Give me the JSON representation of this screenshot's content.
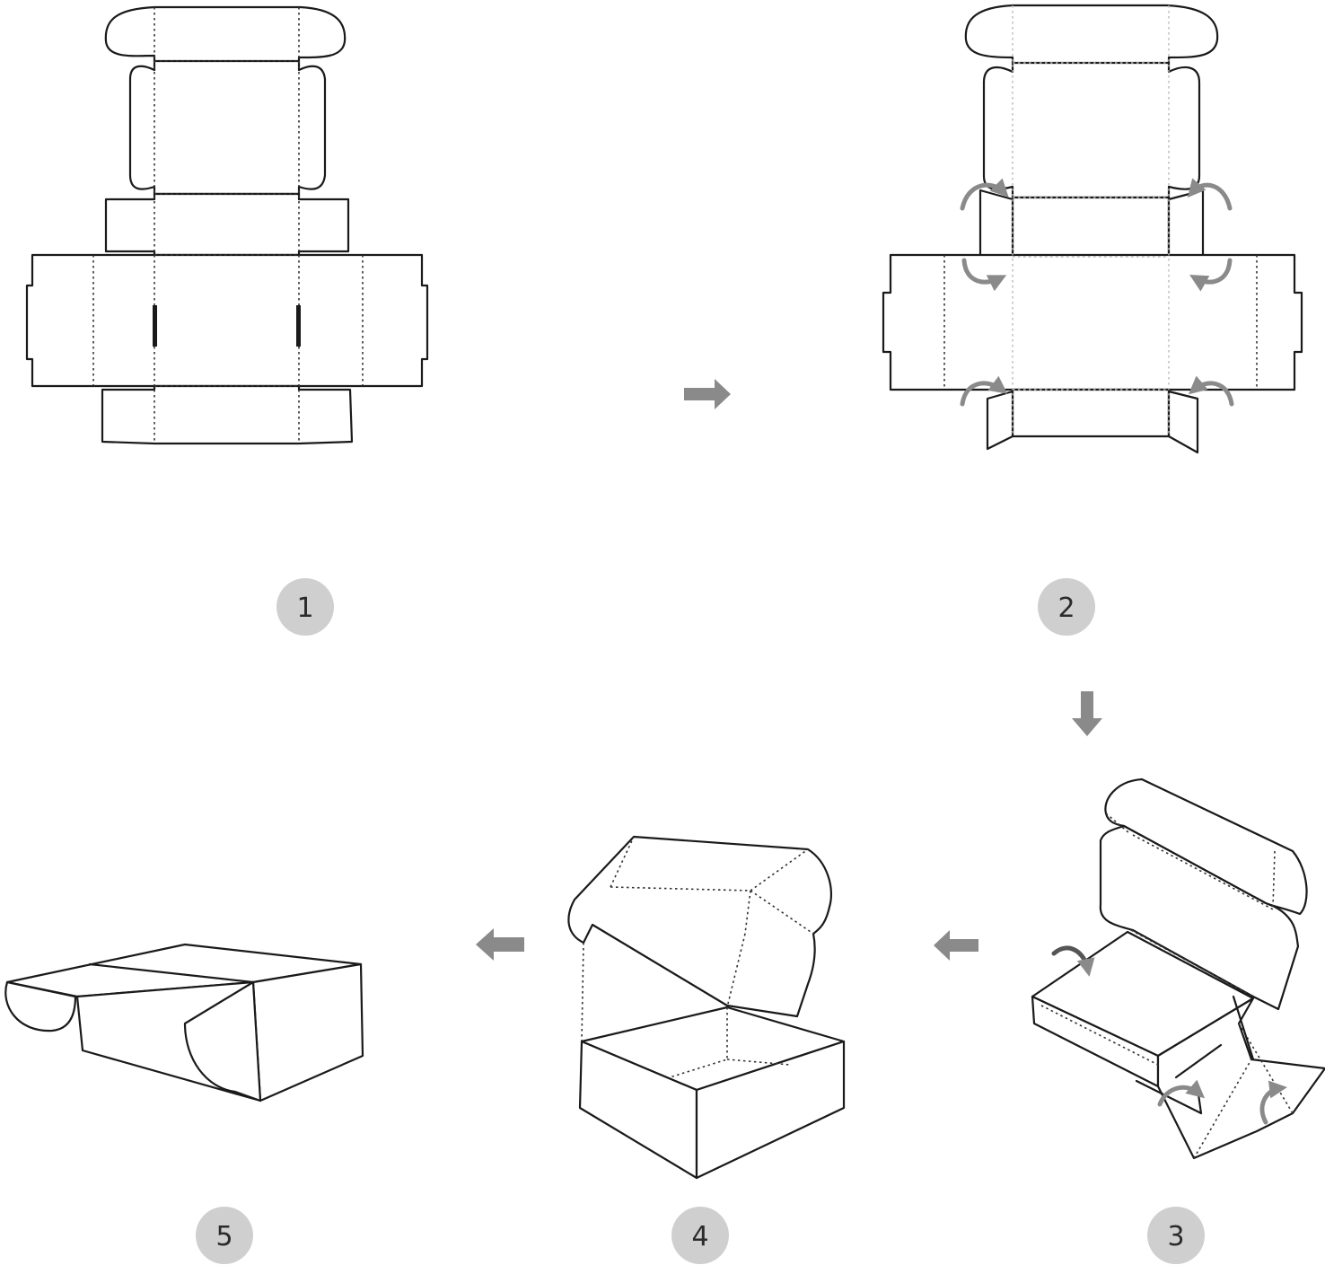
{
  "steps": [
    {
      "number": "1"
    },
    {
      "number": "2"
    },
    {
      "number": "3"
    },
    {
      "number": "4"
    },
    {
      "number": "5"
    }
  ],
  "colors": {
    "badge_fill": "#cfcfcf",
    "badge_text": "#2b2b2b",
    "arrow": "#8a8a8a",
    "outline": "#1a1a1a",
    "fold_line": "#333333",
    "background": "#ffffff"
  },
  "icons": {
    "step_arrow": "block-arrow-icon",
    "fold_arrow": "curved-arrow-icon"
  }
}
